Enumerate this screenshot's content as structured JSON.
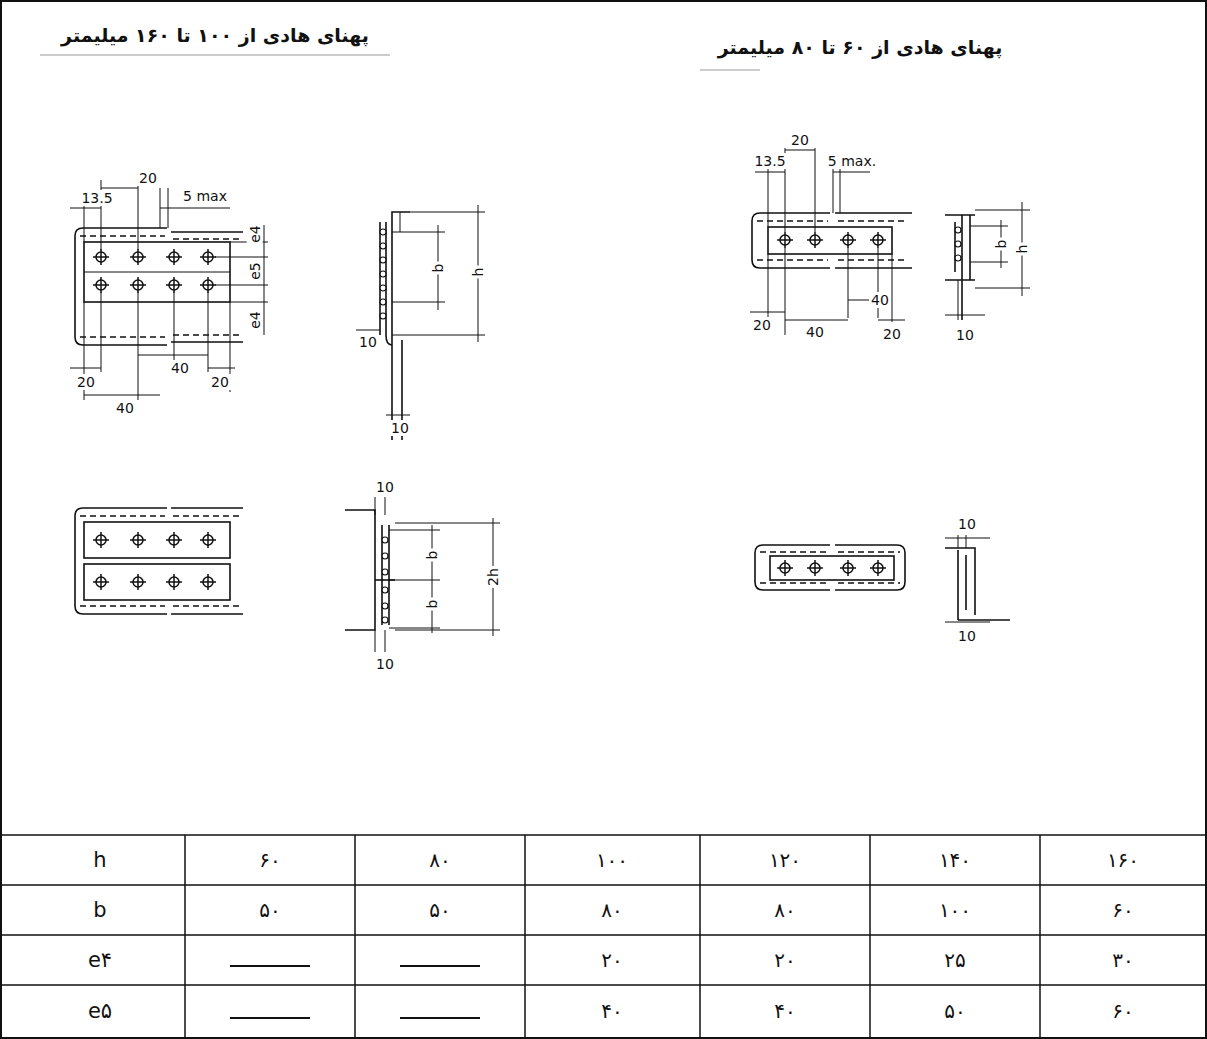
{
  "diagram": {
    "labels": [
      "پهنای هادی از ۱۰۰ تا ۱۶۰ میلیمتر",
      "پهنای هادی از ۶۰ تا ۸۰ میلیمتر",
      "20",
      "13.5",
      "5 max",
      "e4",
      "e5",
      "e4",
      "b",
      "h",
      "10",
      "10",
      "20",
      "40",
      "40",
      "20",
      "10",
      "b",
      "b",
      "2h",
      "10",
      "20",
      "13.5",
      "5 max.",
      "b",
      "h",
      "20",
      "40",
      "40",
      "20",
      "10",
      "10",
      "10",
      "h",
      "۶۰",
      "۸۰",
      "۱۰۰",
      "۱۲۰",
      "۱۴۰",
      "۱۶۰",
      "b",
      "۵۰",
      "۵۰",
      "۸۰",
      "۸۰",
      "۱۰۰",
      "۶۰",
      "e۴",
      "۲۰",
      "۲۰",
      "۲۵",
      "۳۰",
      "e۵",
      "۴۰",
      "۴۰",
      "۵۰",
      "۶۰"
    ]
  }
}
